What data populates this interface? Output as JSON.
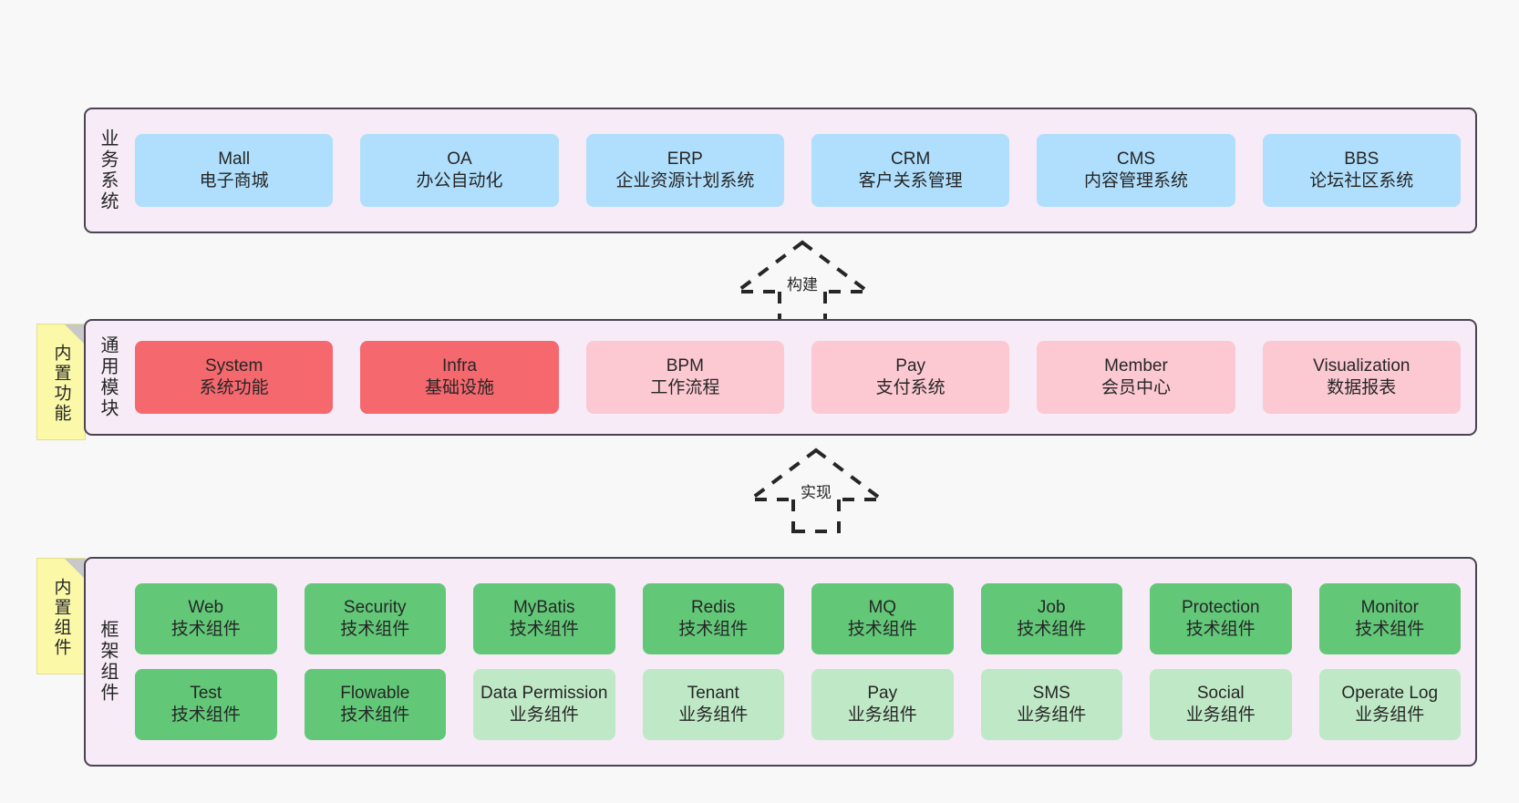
{
  "diagram": {
    "background": "#f8f8f8",
    "panel_bg": "#f6ebf6",
    "panel_border": "#4a4453",
    "colors": {
      "business": "#afdffc",
      "module_core": "#f4686e",
      "module_opt": "#fcc9d2",
      "framework_tech": "#62c878",
      "framework_biz": "#bfe8c6",
      "sticky": "#fbf8a8"
    }
  },
  "layers": {
    "business": {
      "title": "业务系统",
      "cards": [
        {
          "en": "Mall",
          "cn": "电子商城"
        },
        {
          "en": "OA",
          "cn": "办公自动化"
        },
        {
          "en": "ERP",
          "cn": "企业资源计划系统"
        },
        {
          "en": "CRM",
          "cn": "客户关系管理"
        },
        {
          "en": "CMS",
          "cn": "内容管理系统"
        },
        {
          "en": "BBS",
          "cn": "论坛社区系统"
        }
      ]
    },
    "modules": {
      "title": "通用模块",
      "sticky": "内置功能",
      "cards": [
        {
          "en": "System",
          "cn": "系统功能",
          "tone": "red"
        },
        {
          "en": "Infra",
          "cn": "基础设施",
          "tone": "red"
        },
        {
          "en": "BPM",
          "cn": "工作流程",
          "tone": "pink"
        },
        {
          "en": "Pay",
          "cn": "支付系统",
          "tone": "pink"
        },
        {
          "en": "Member",
          "cn": "会员中心",
          "tone": "pink"
        },
        {
          "en": "Visualization",
          "cn": "数据报表",
          "tone": "pink"
        }
      ]
    },
    "framework": {
      "title": "框架组件",
      "sticky": "内置组件",
      "row1": [
        {
          "en": "Web",
          "cn": "技术组件",
          "tone": "green"
        },
        {
          "en": "Security",
          "cn": "技术组件",
          "tone": "green"
        },
        {
          "en": "MyBatis",
          "cn": "技术组件",
          "tone": "green"
        },
        {
          "en": "Redis",
          "cn": "技术组件",
          "tone": "green"
        },
        {
          "en": "MQ",
          "cn": "技术组件",
          "tone": "green"
        },
        {
          "en": "Job",
          "cn": "技术组件",
          "tone": "green"
        },
        {
          "en": "Protection",
          "cn": "技术组件",
          "tone": "green"
        },
        {
          "en": "Monitor",
          "cn": "技术组件",
          "tone": "green"
        }
      ],
      "row2": [
        {
          "en": "Test",
          "cn": "技术组件",
          "tone": "green"
        },
        {
          "en": "Flowable",
          "cn": "技术组件",
          "tone": "green"
        },
        {
          "en": "Data Permission",
          "cn": "业务组件",
          "tone": "lgreen"
        },
        {
          "en": "Tenant",
          "cn": "业务组件",
          "tone": "lgreen"
        },
        {
          "en": "Pay",
          "cn": "业务组件",
          "tone": "lgreen"
        },
        {
          "en": "SMS",
          "cn": "业务组件",
          "tone": "lgreen"
        },
        {
          "en": "Social",
          "cn": "业务组件",
          "tone": "lgreen"
        },
        {
          "en": "Operate Log",
          "cn": "业务组件",
          "tone": "lgreen"
        }
      ]
    }
  },
  "connectors": [
    {
      "label": "构建"
    },
    {
      "label": "实现"
    }
  ]
}
